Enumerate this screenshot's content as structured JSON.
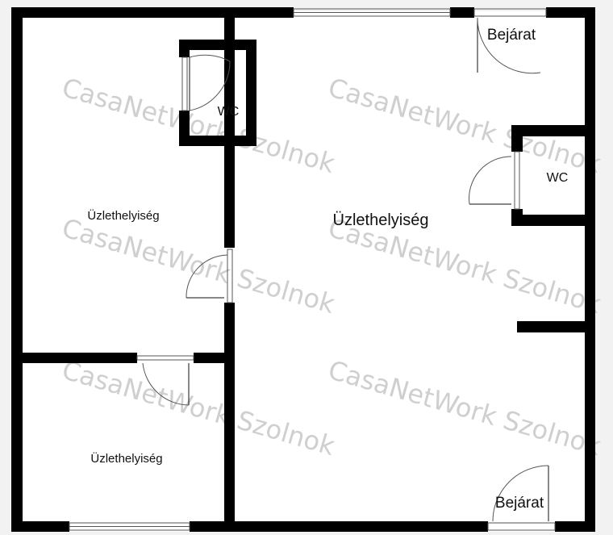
{
  "rooms": [
    {
      "id": "left-top",
      "label": "Üzlethelyiség"
    },
    {
      "id": "left-bottom",
      "label": "Üzlethelyiség"
    },
    {
      "id": "main",
      "label": "Üzlethelyiség"
    }
  ],
  "wc": [
    {
      "id": "wc-left",
      "label": "WC"
    },
    {
      "id": "wc-right",
      "label": "WC"
    }
  ],
  "entrances": [
    {
      "id": "entrance-top",
      "label": "Bejárat"
    },
    {
      "id": "entrance-bottom",
      "label": "Bejárat"
    }
  ],
  "watermark": "CasaNetWork Szolnok",
  "colors": {
    "wall": "#000000",
    "floor": "#ffffff",
    "background": "#f2f2f2",
    "watermark": "#cfcfcf"
  }
}
